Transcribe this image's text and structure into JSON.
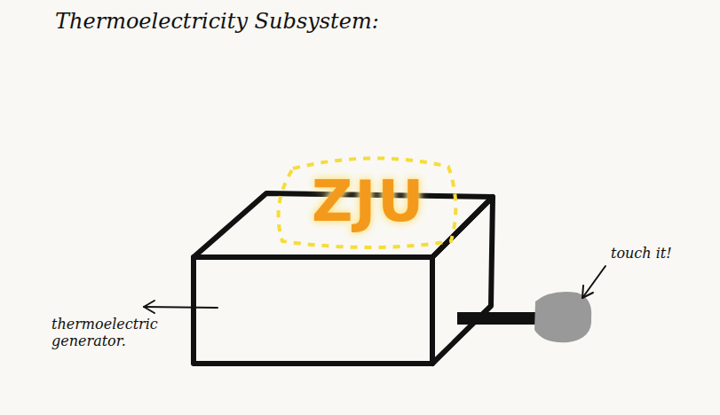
{
  "diagram": {
    "title": "Thermoelectricity Subsystem:",
    "labels": [
      "ZJU",
      "thermoelectric generator.",
      "touch it!"
    ]
  }
}
